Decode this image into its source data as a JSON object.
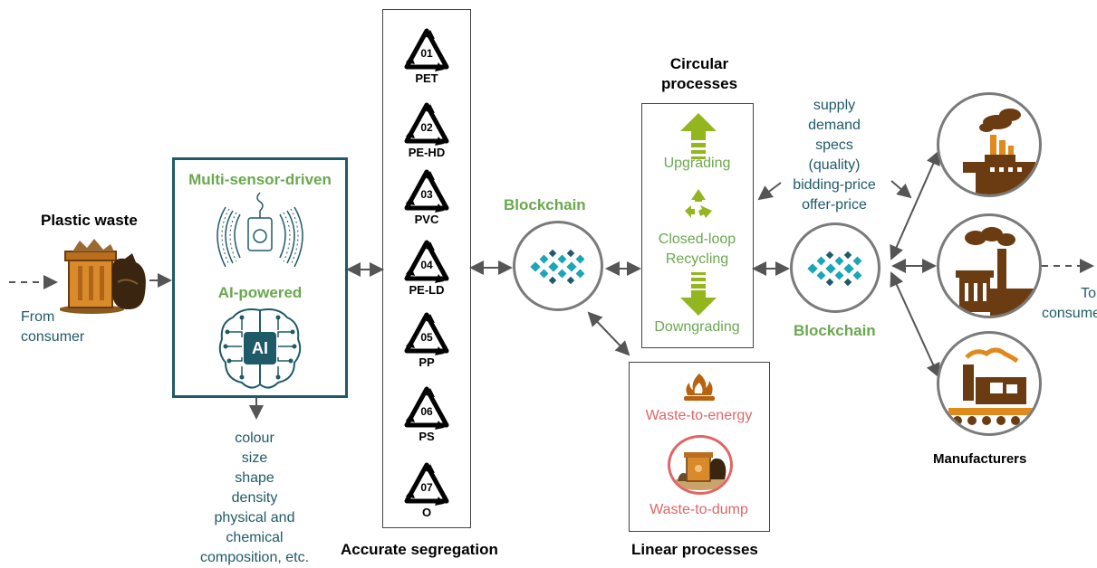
{
  "consumer_input": {
    "title": "Plastic waste",
    "label_line1": "From",
    "label_line2": "consumer"
  },
  "sensor_box": {
    "sensor_title": "Multi-sensor-driven",
    "ai_title": "AI-powered",
    "ai_chip_label": "AI"
  },
  "properties": [
    "colour",
    "size",
    "shape",
    "density",
    "physical and",
    "chemical",
    "composition, etc."
  ],
  "segregation": {
    "title": "Accurate segregation",
    "codes": [
      {
        "num": "01",
        "label": "PET"
      },
      {
        "num": "02",
        "label": "PE-HD"
      },
      {
        "num": "03",
        "label": "PVC"
      },
      {
        "num": "04",
        "label": "PE-LD"
      },
      {
        "num": "05",
        "label": "PP"
      },
      {
        "num": "06",
        "label": "PS"
      },
      {
        "num": "07",
        "label": "O"
      }
    ]
  },
  "blockchain_left": {
    "label": "Blockchain"
  },
  "circular": {
    "title_line1": "Circular",
    "title_line2": "processes",
    "upgrading": "Upgrading",
    "recycling_line1": "Closed-loop",
    "recycling_line2": "Recycling",
    "downgrading": "Downgrading"
  },
  "linear": {
    "title": "Linear processes",
    "energy": "Waste-to-energy",
    "dump": "Waste-to-dump"
  },
  "market_info": [
    "supply",
    "demand",
    "specs",
    "(quality)",
    "bidding-price",
    "offer-price"
  ],
  "blockchain_right": {
    "label": "Blockchain"
  },
  "manufacturers": {
    "title": "Manufacturers"
  },
  "output": {
    "label_line1": "To",
    "label_line2": "consumer"
  },
  "colors": {
    "teal_text": "#1f5a68",
    "green_text": "#6aa84f",
    "red_text": "#e06666",
    "factory_brown": "#6b3c12",
    "factory_orange": "#e08a1e",
    "circle_border": "#7a7a7a",
    "arrow_green": "#93b51e"
  },
  "icons": [
    "trash-bin-icon",
    "sensor-icon",
    "ai-brain-icon",
    "recycling-code-icon",
    "blockchain-icon",
    "up-arrow-icon",
    "recycle-icon",
    "down-arrow-icon",
    "fire-icon",
    "dump-icon",
    "factory-icon"
  ]
}
